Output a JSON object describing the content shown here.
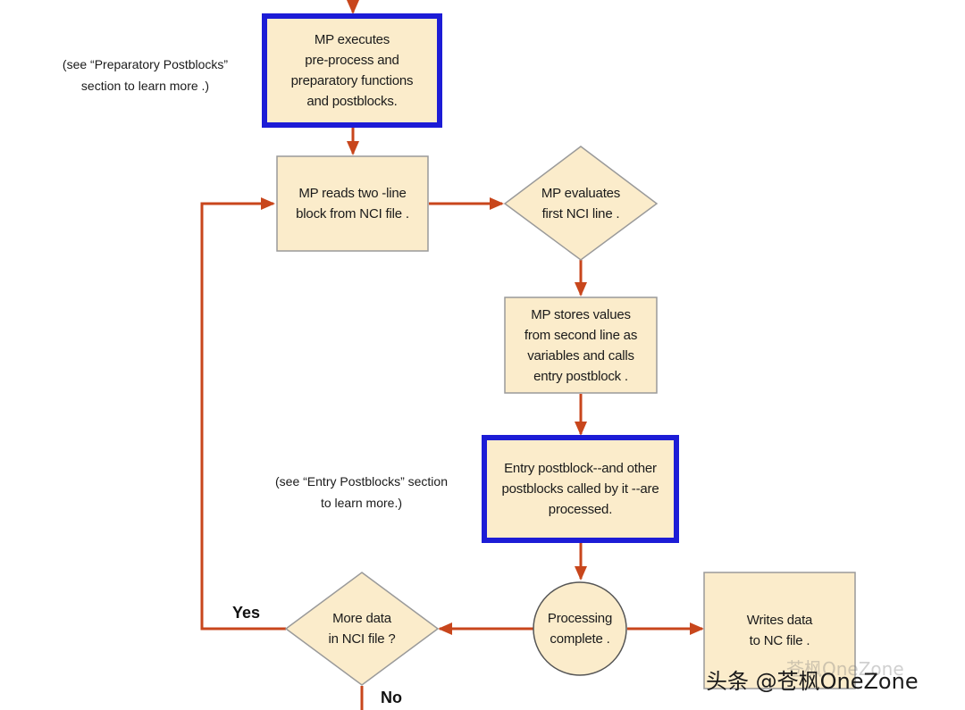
{
  "diagram": {
    "nodes": {
      "preprocess": "MP executes\npre-process and\npreparatory functions\nand postblocks.",
      "read_block": "MP reads two -line\nblock from NCI file .",
      "evaluate": "MP evaluates\nfirst NCI line .",
      "store_values": "MP stores values\nfrom second line as\nvariables and calls\nentry postblock .",
      "entry_postblock": "Entry postblock--and other\npostblocks called by it --are\nprocessed.",
      "processing_complete": "Processing\ncomplete .",
      "writes_data": "Writes data\nto NC file .",
      "more_data": "More data\nin NCI file ?"
    },
    "notes": {
      "preparatory": "(see “Preparatory Postblocks”\nsection to learn more .)",
      "entry": "(see “Entry Postblocks” section\nto learn more.)"
    },
    "edge_labels": {
      "yes": "Yes",
      "no": "No"
    },
    "colors": {
      "box_fill": "#fbeccb",
      "box_border": "#9a9a9a",
      "highlight_border": "#1c1cd6",
      "arrow": "#c8461c"
    }
  },
  "watermark": {
    "text": "头条 @苍枫OneZone",
    "ghost_text": "苍枫OneZone"
  }
}
